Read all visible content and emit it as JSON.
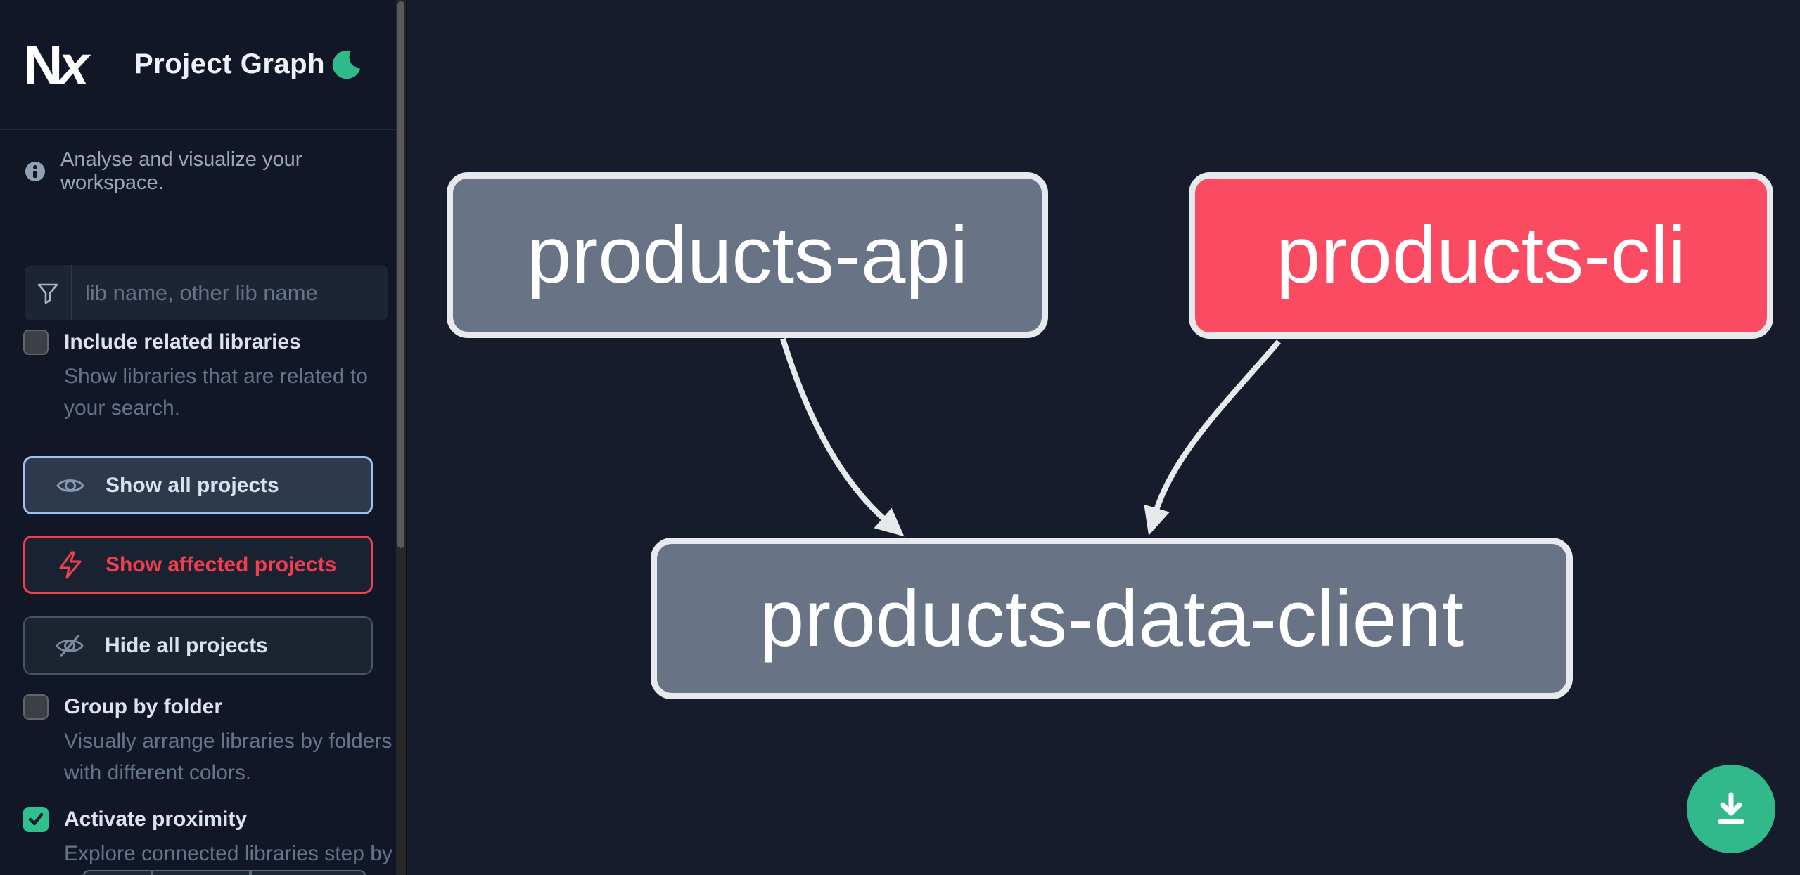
{
  "header": {
    "logo_text": "Nx",
    "title": "Project Graph",
    "theme_toggle_icon": "moon-icon"
  },
  "sidebar": {
    "tagline": "Analyse and visualize your workspace.",
    "search": {
      "icon": "funnel-icon",
      "placeholder": "lib name, other lib name",
      "value": ""
    },
    "options": [
      {
        "label": "Include related libraries",
        "description": "Show libraries that are related to your search.",
        "checked": false
      },
      {
        "label": "Group by folder",
        "description": "Visually arrange libraries by folders with different colors.",
        "checked": false
      },
      {
        "label": "Activate proximity",
        "description": "Explore connected libraries step by step.",
        "checked": true
      }
    ],
    "buttons": [
      {
        "label": "Show all projects",
        "icon": "eye-icon",
        "state": "focused"
      },
      {
        "label": "Show affected projects",
        "icon": "bolt-icon",
        "state": "affected"
      },
      {
        "label": "Hide all projects",
        "icon": "eye-off-icon",
        "state": "default"
      }
    ]
  },
  "graph": {
    "nodes": [
      {
        "id": "products-api",
        "label": "products-api",
        "status": "normal"
      },
      {
        "id": "products-cli",
        "label": "products-cli",
        "status": "affected"
      },
      {
        "id": "products-data-client",
        "label": "products-data-client",
        "status": "normal"
      }
    ],
    "edges": [
      {
        "from": "products-api",
        "to": "products-data-client"
      },
      {
        "from": "products-cli",
        "to": "products-data-client"
      }
    ]
  },
  "fab": {
    "icon": "download-icon"
  },
  "colors": {
    "accent_green": "#2fc08e",
    "affected_red": "#f04050",
    "node_pink": "#fa4b62",
    "node_gray": "#697386",
    "focus_blue": "#9cc3f0",
    "edge_white": "#e7e9ec"
  }
}
